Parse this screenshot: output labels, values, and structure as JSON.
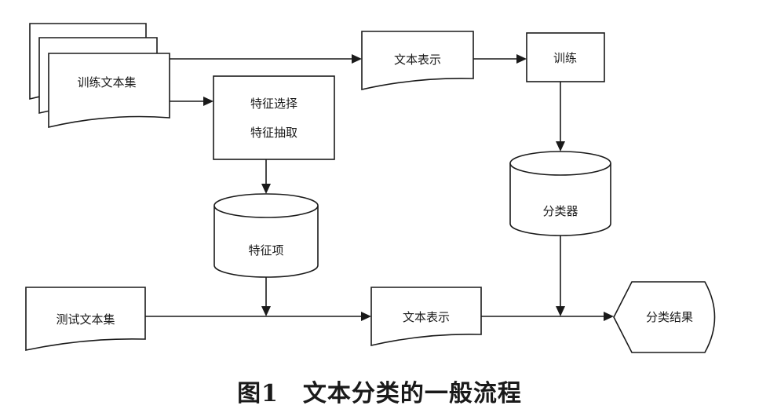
{
  "nodes": {
    "training_set": "训练文本集",
    "text_repr_top": "文本表示",
    "train": "训练",
    "feature_line1": "特征选择",
    "feature_line2": "特征抽取",
    "classifier": "分类器",
    "feature_items": "特征项",
    "test_set": "测试文本集",
    "text_repr_bottom": "文本表示",
    "result": "分类结果"
  },
  "caption": "图1　文本分类的一般流程"
}
